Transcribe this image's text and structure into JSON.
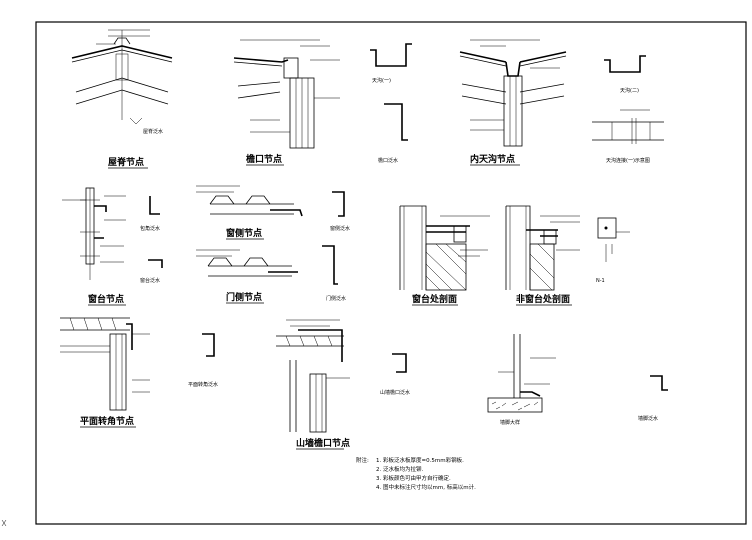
{
  "details": {
    "ridge": "屋脊节点",
    "eave": "檐口节点",
    "valley": "内天沟节点",
    "window_sill": "窗台节点",
    "window_side": "窗侧节点",
    "door_side": "门侧节点",
    "window_section": "窗台处剖面",
    "no_window_section": "非窗台处剖面",
    "parapet_edge": "平面转角节点",
    "gable_eave": "山墙檐口节点"
  },
  "small_labels": {
    "ridge_flashing": "屋脊泛水",
    "gutter_one": "天沟(一)",
    "gutter_two": "天沟(二)",
    "eave_flashing": "檐口泛水",
    "gutter_joint": "天沟连接(一)示意图",
    "sill_flashing": "窗台泛水",
    "corner_flashing": "包角泛水",
    "side_flashing": "窗侧泛水",
    "door_flashing": "门侧泛水",
    "plan_corner_flashing": "平面转角泛水",
    "gable_flashing": "山墙檐口泛水",
    "base_detail": "墙脚大样",
    "base_flashing": "墙脚泛水",
    "n1": "N-1"
  },
  "notes": {
    "header": "附注:",
    "items": [
      "1. 彩板泛水板厚度=0.5mm彩钢板.",
      "2. 泛水板均为拉铆.",
      "3. 彩板颜色可由甲方自行确定.",
      "4. 图中未标注尺寸均以mm, 标高以m计."
    ]
  }
}
